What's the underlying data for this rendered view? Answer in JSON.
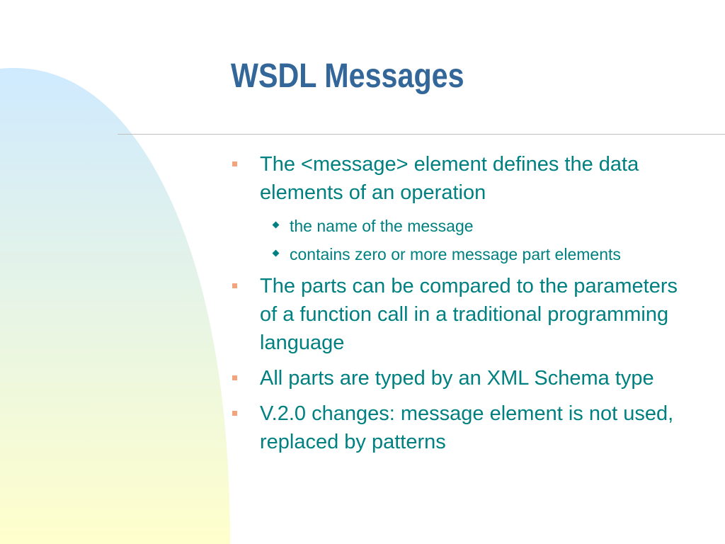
{
  "slide": {
    "title": "WSDL Messages",
    "colors": {
      "title": "#336699",
      "body_text": "#008080",
      "bullet_marker": "#f4a47a",
      "sub_marker": "#008080",
      "gradient_top": "#cfeaff",
      "gradient_bottom": "#ffffcc",
      "divider": "#c0c0c0"
    },
    "bullets": [
      {
        "text": "The <message> element defines the data elements of an operation",
        "sub": [
          {
            "text": "the name of the message"
          },
          {
            "text": "contains zero or more message part elements"
          }
        ]
      },
      {
        "text": "The parts can be compared to the parameters of a function call in a traditional programming language",
        "sub": []
      },
      {
        "text": "All parts are typed by an XML Schema type",
        "sub": []
      },
      {
        "text": "V.2.0 changes: message element is not used, replaced by patterns",
        "sub": []
      }
    ]
  }
}
